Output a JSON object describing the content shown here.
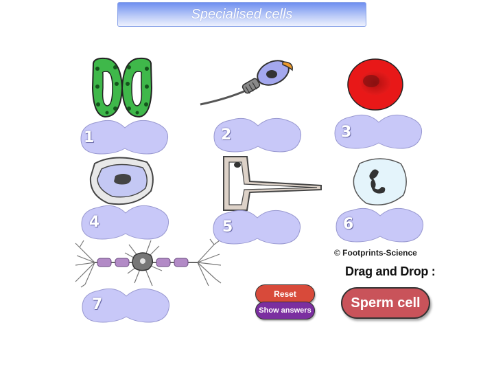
{
  "title": "Specialised cells",
  "drop_zones": [
    {
      "number": "1"
    },
    {
      "number": "2"
    },
    {
      "number": "3"
    },
    {
      "number": "4"
    },
    {
      "number": "5"
    },
    {
      "number": "6"
    },
    {
      "number": "7"
    }
  ],
  "copyright": "© Footprints-Science",
  "drag_drop_title": "Drag and Drop :",
  "buttons": {
    "reset": "Reset",
    "show_answers": "Show answers"
  },
  "draggable_label": "Sperm cell",
  "colors": {
    "blob": "#c8c8f8",
    "title_bar": "#6f8ff0",
    "reset": "#d84a3a",
    "show_answers": "#7b2fa0",
    "drag_label": "#c9535a"
  },
  "icons": [
    "guard-cells-icon",
    "sperm-cell-icon",
    "red-blood-cell-icon",
    "ovum-icon",
    "root-hair-cell-icon",
    "white-blood-cell-icon",
    "nerve-cell-icon"
  ]
}
